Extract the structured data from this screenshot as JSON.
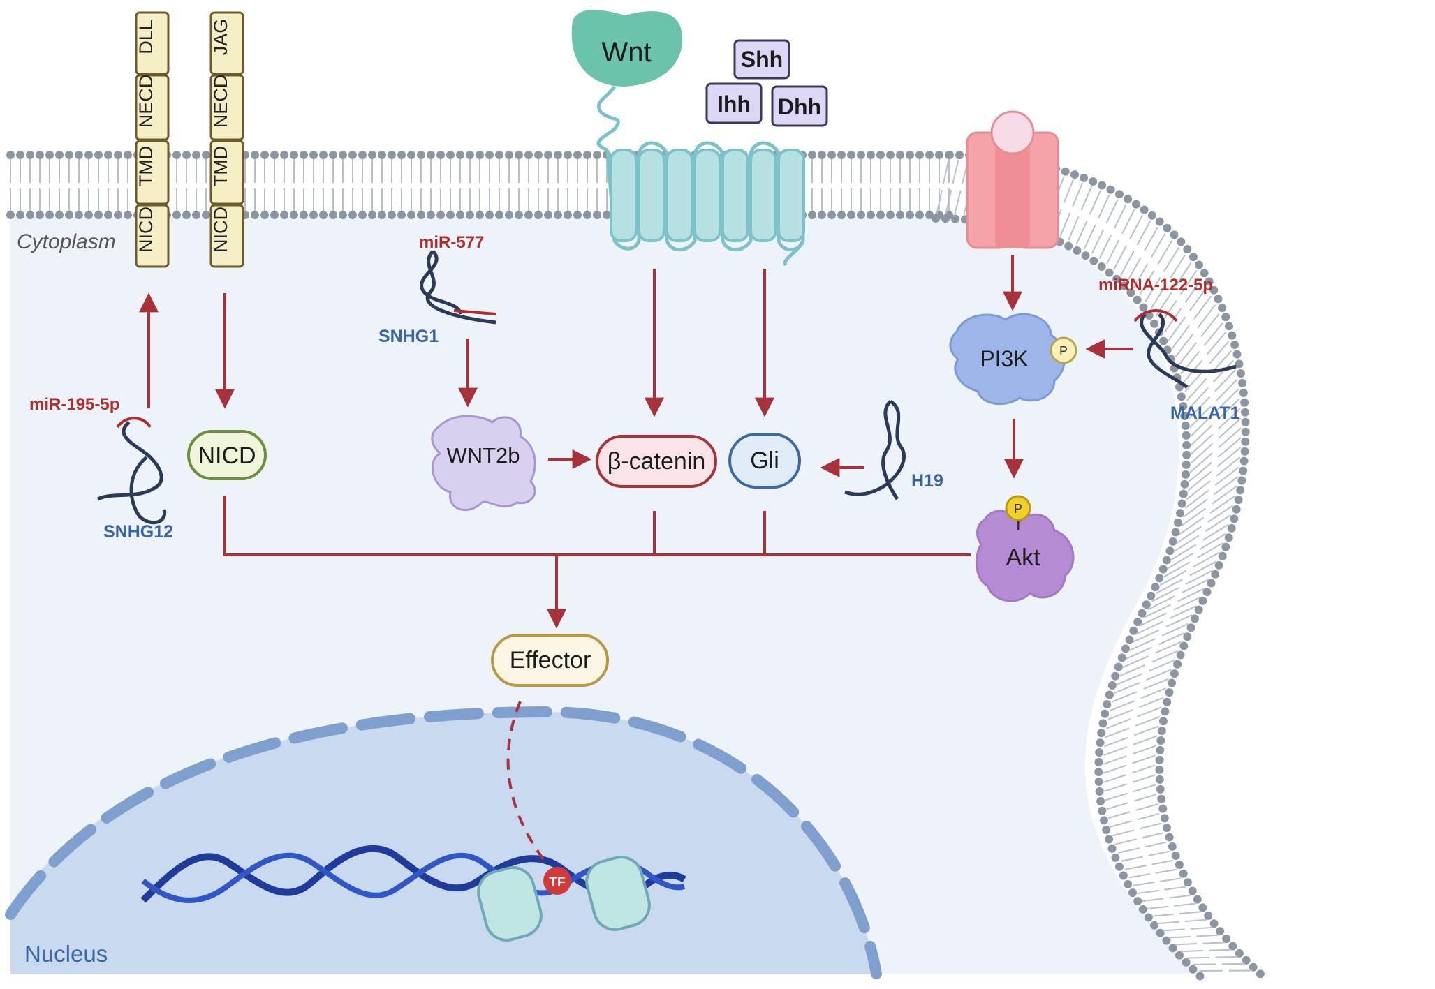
{
  "notch": {
    "dll_receptor": [
      "DLL",
      "NECD",
      "TMD",
      "NICD"
    ],
    "jag_receptor": [
      "JAG",
      "NECD",
      "TMD",
      "NICD"
    ]
  },
  "labels": {
    "cytoplasm": "Cytoplasm",
    "nucleus": "Nucleus"
  },
  "ligands": {
    "wnt": "Wnt",
    "shh": "Shh",
    "ihh": "Ihh",
    "dhh": "Dhh"
  },
  "nodes": {
    "nicd": "NICD",
    "wnt2b": "WNT2b",
    "beta_catenin": "β-catenin",
    "gli": "Gli",
    "pi3k": "PI3K",
    "akt": "Akt",
    "effector": "Effector",
    "phospho": "P",
    "tf": "TF"
  },
  "mirnas": {
    "mir195": "miR-195-5p",
    "mir577": "miR-577",
    "mir122": "miRNA-122-5p"
  },
  "lncrnas": {
    "snhg12": "SNHG12",
    "snhg1": "SNHG1",
    "h19": "H19",
    "malat1": "MALAT1"
  },
  "colors": {
    "arrow": "#a8323a",
    "membrane_head": "#8c96a3",
    "cytoplasm": "#eef3fa",
    "nucleus": "#c9d9ef",
    "mirna": "#b42b2b",
    "lncrna": "#3a66a7",
    "receptor": "#b6e0e2",
    "channel": "#f4a3a8"
  }
}
